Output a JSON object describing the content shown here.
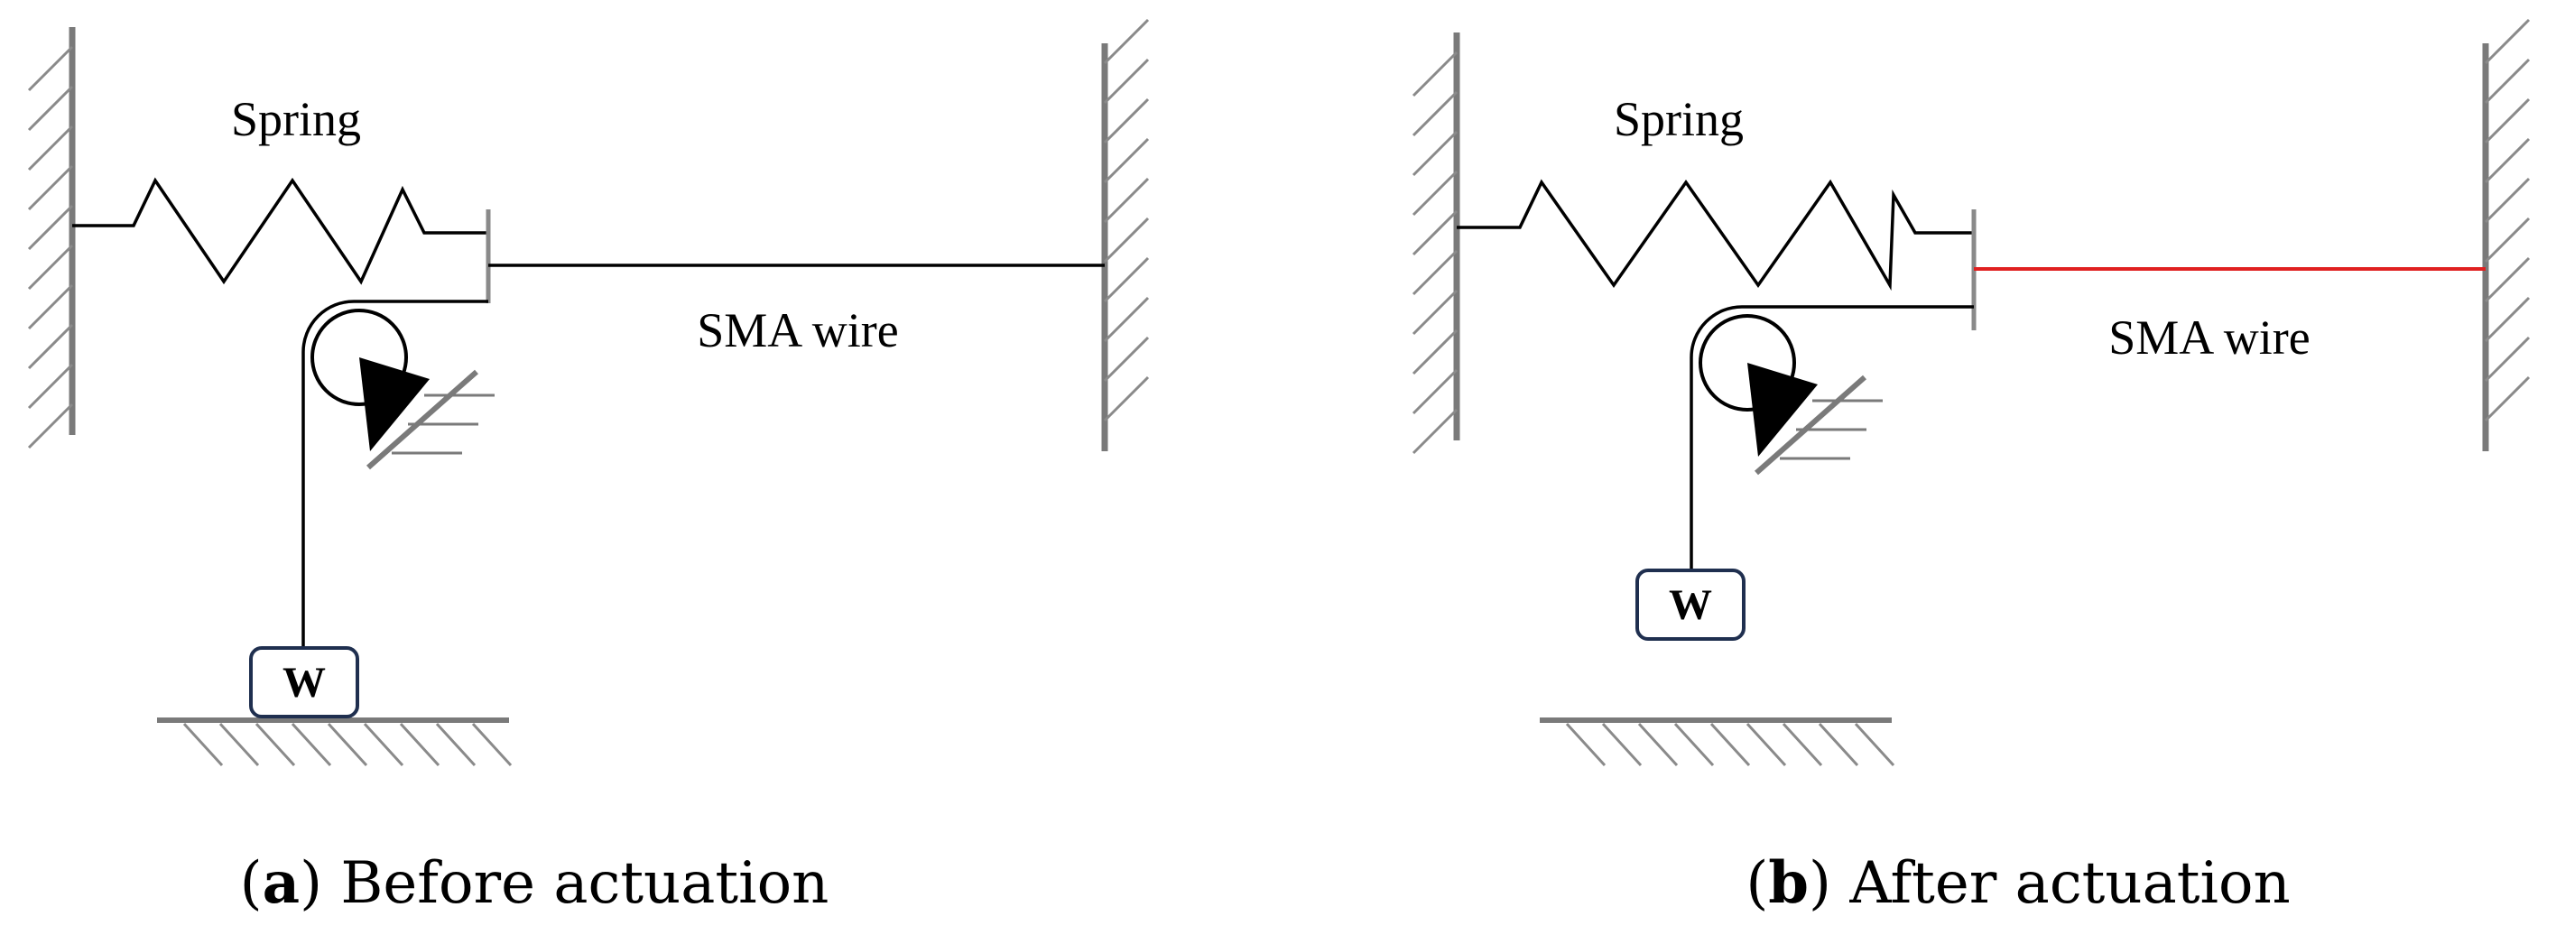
{
  "panels": [
    {
      "id": "a",
      "spring_label": "Spring",
      "wire_label": "SMA wire",
      "weight_label": "W",
      "caption_letter": "a",
      "caption_text": " Before actuation",
      "wire_color": "#000000",
      "state": "before"
    },
    {
      "id": "b",
      "spring_label": "Spring",
      "wire_label": "SMA wire",
      "weight_label": "W",
      "caption_letter": "b",
      "caption_text": " After actuation",
      "wire_color": "#e02020",
      "state": "after"
    }
  ],
  "colors": {
    "wall": "#7a7a7a",
    "line": "#000000",
    "weight_border": "#1f2f4f",
    "activated_wire": "#e02020"
  }
}
